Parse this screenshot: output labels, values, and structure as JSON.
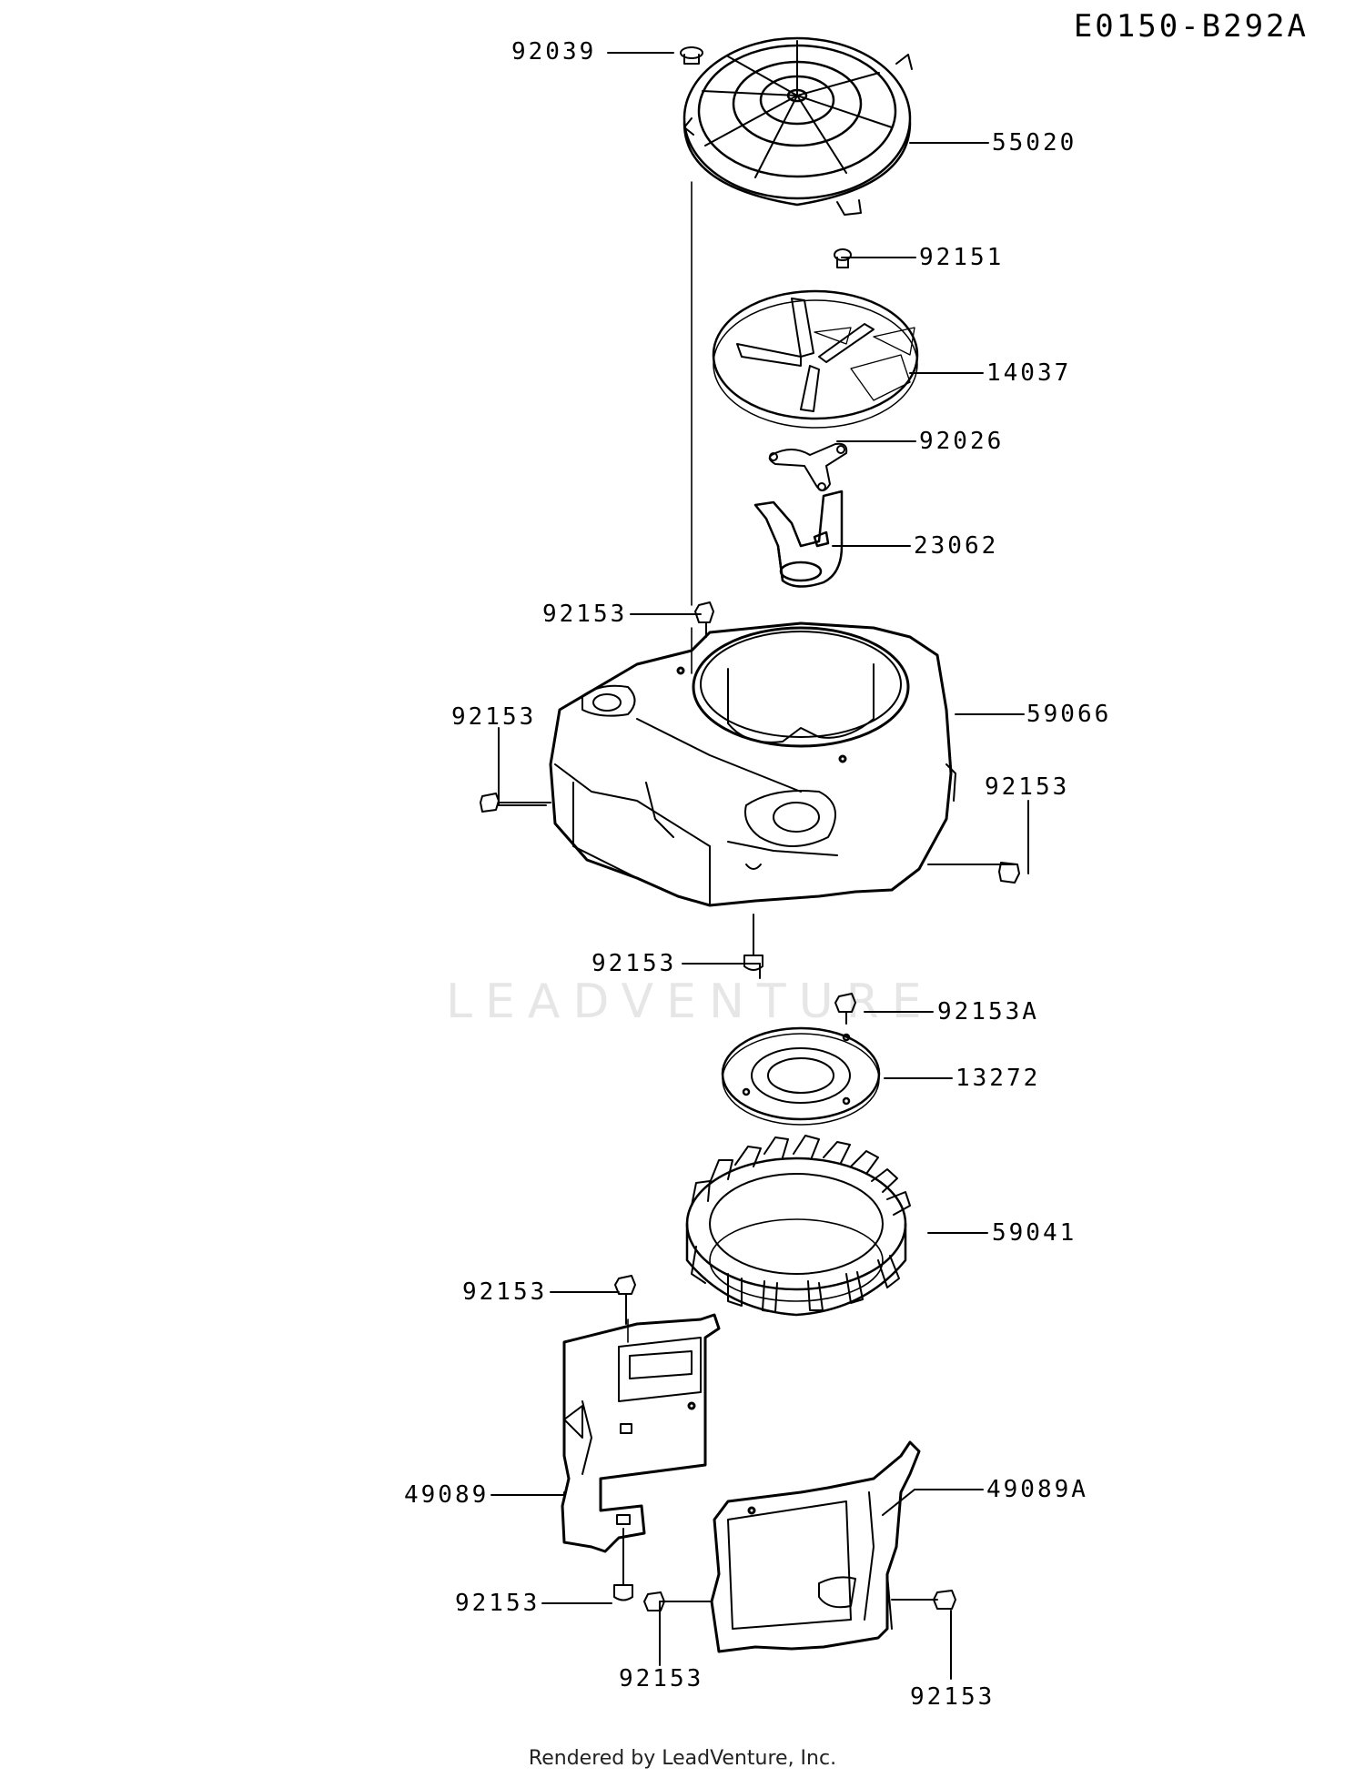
{
  "diagram_code": "E0150-B292A",
  "watermark": "LEADVENTURE",
  "footer": "Rendered by LeadVenture, Inc.",
  "callouts": [
    {
      "id": "c01",
      "text": "92039"
    },
    {
      "id": "c02",
      "text": "55020"
    },
    {
      "id": "c03",
      "text": "92151"
    },
    {
      "id": "c04",
      "text": "14037"
    },
    {
      "id": "c05",
      "text": "92026"
    },
    {
      "id": "c06",
      "text": "23062"
    },
    {
      "id": "c07",
      "text": "92153"
    },
    {
      "id": "c08",
      "text": "59066"
    },
    {
      "id": "c09",
      "text": "92153"
    },
    {
      "id": "c10",
      "text": "92153"
    },
    {
      "id": "c11",
      "text": "92153"
    },
    {
      "id": "c12",
      "text": "92153A"
    },
    {
      "id": "c13",
      "text": "13272"
    },
    {
      "id": "c14",
      "text": "59041"
    },
    {
      "id": "c15",
      "text": "92153"
    },
    {
      "id": "c16",
      "text": "49089"
    },
    {
      "id": "c17",
      "text": "49089A"
    },
    {
      "id": "c18",
      "text": "92153"
    },
    {
      "id": "c19",
      "text": "92153"
    },
    {
      "id": "c20",
      "text": "92153"
    }
  ]
}
